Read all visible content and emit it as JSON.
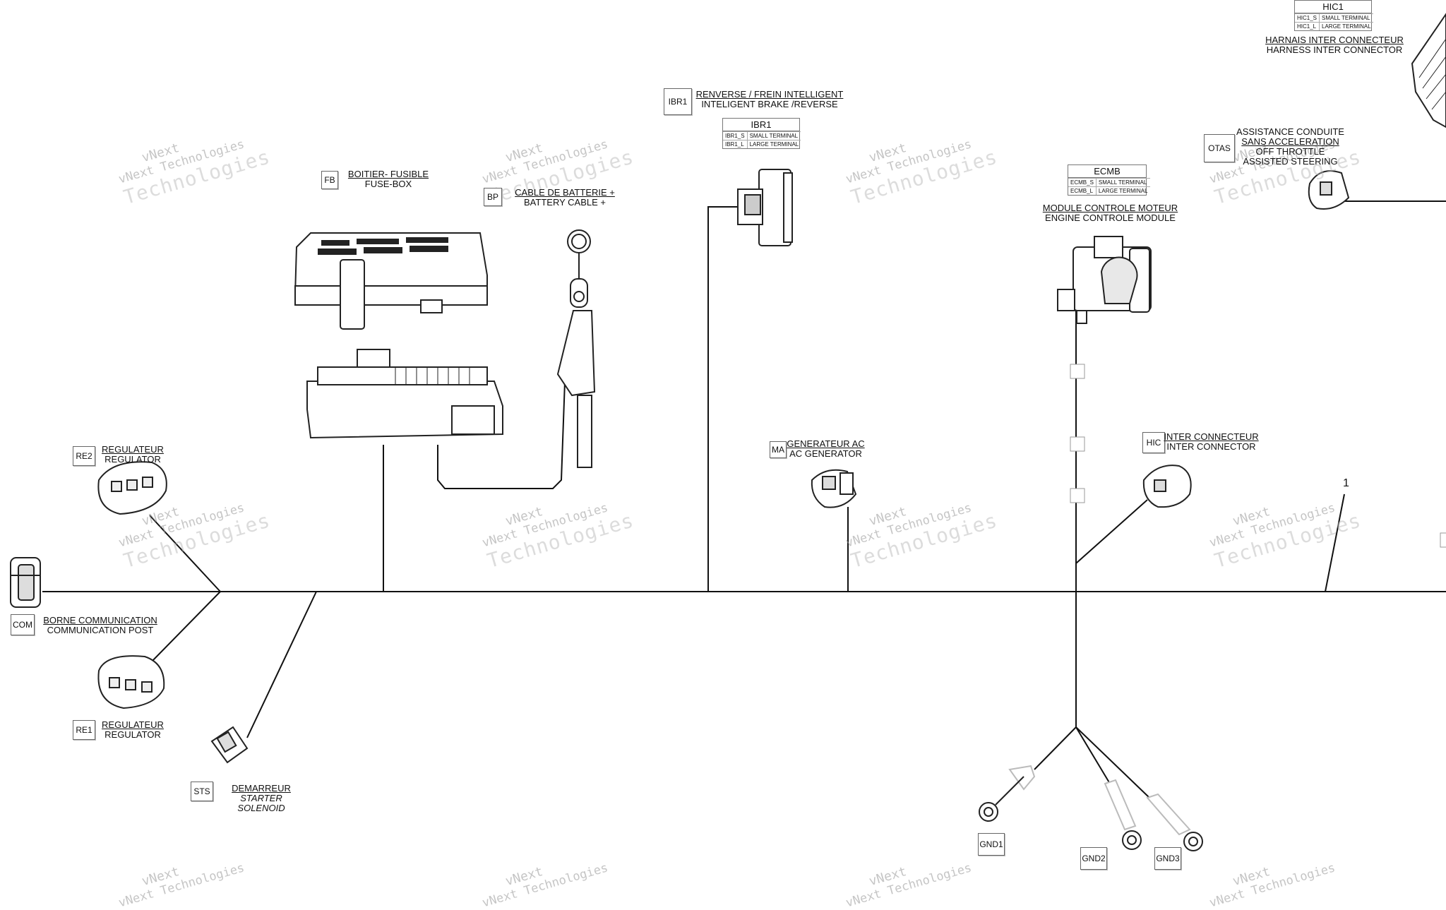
{
  "labels": {
    "hic1_title": {
      "fr": "HARNAIS INTER CONNECTEUR",
      "en": "HARNESS INTER CONNECTOR"
    },
    "ibr1": {
      "fr": "RENVERSE / FREIN INTELLIGENT",
      "en": "INTELIGENT BRAKE /REVERSE"
    },
    "fb": {
      "fr": "BOITIER- FUSIBLE",
      "en": "FUSE-BOX"
    },
    "bp": {
      "fr": "CABLE DE BATTERIE +",
      "en": "BATTERY CABLE +"
    },
    "ecmb": {
      "fr": "MODULE CONTROLE MOTEUR",
      "en": "ENGINE CONTROLE MODULE"
    },
    "otas": {
      "fr1": "ASSISTANCE CONDUITE",
      "fr2": "SANS ACCELERATION",
      "en1": "OFF THROTTLE",
      "en2": "ASSISTED STEERING"
    },
    "re2": {
      "fr": "REGULATEUR",
      "en": "REGULATOR"
    },
    "ma": {
      "fr": "GENERATEUR AC",
      "en": "AC GENERATOR"
    },
    "hic": {
      "fr": "INTER CONNECTEUR",
      "en": "INTER CONNECTOR"
    },
    "com": {
      "fr": "BORNE COMMUNICATION",
      "en": "COMMUNICATION POST"
    },
    "re1": {
      "fr": "REGULATEUR",
      "en": "REGULATOR"
    },
    "sts": {
      "fr": "DEMARREUR",
      "en": "STARTER SOLENOID"
    }
  },
  "codes": {
    "ibr1": "IBR1",
    "fb": "FB",
    "bp": "BP",
    "otas": "OTAS",
    "re2": "RE2",
    "ma": "MA",
    "hic": "HIC",
    "com": "COM",
    "re1": "RE1",
    "sts": "STS",
    "gnd1": "GND1",
    "gnd2": "GND2",
    "gnd3": "GND3"
  },
  "terminal_tables": {
    "hic1": {
      "title": "HIC1",
      "rows": [
        [
          "HIC1_S",
          "SMALL TERMINAL"
        ],
        [
          "HIC1_L",
          "LARGE TERMINAL"
        ]
      ]
    },
    "ibr1": {
      "title": "IBR1",
      "rows": [
        [
          "IBR1_S",
          "SMALL TERMINAL"
        ],
        [
          "IBR1_L",
          "LARGE TERMINAL"
        ]
      ]
    },
    "ecmb": {
      "title": "ECMB",
      "rows": [
        [
          "ECMB_S",
          "SMALL TERMINAL"
        ],
        [
          "ECMB_L",
          "LARGE TERMINAL"
        ]
      ]
    }
  },
  "ref_number": "1",
  "watermark": {
    "line1": "vNext",
    "line2": "vNext Technologies",
    "line3": "Technologies"
  }
}
